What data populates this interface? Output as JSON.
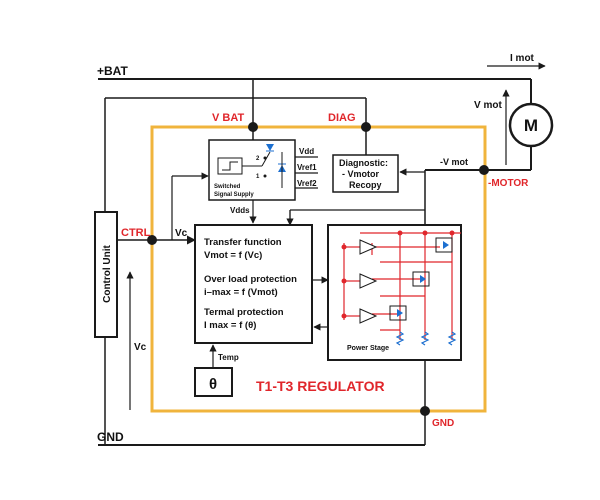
{
  "colors": {
    "line": "#1a1a1a",
    "regulator_border": "#f0b43c",
    "red": "#e0262b",
    "blue": "#1c6fd0"
  },
  "labels": {
    "bat": "+BAT",
    "gnd_left": "GND",
    "imot": "I mot",
    "vmot": "V mot",
    "motor": "M",
    "vbat": "V BAT",
    "diag": "DIAG",
    "ctrl": "CTRL",
    "vc_wire": "Vc",
    "vc_left": "Vc",
    "control_unit": "Control Unit",
    "vdd": "Vdd",
    "vref1": "Vref1",
    "vref2": "Vref2",
    "vdds": "Vdds",
    "switched_1": "Switched",
    "switched_2": "Signal Supply",
    "diagnostic_1": "Diagnostic:",
    "diagnostic_2": "- Vmotor",
    "diagnostic_3": "Recopy",
    "neg_vmot": "-V mot",
    "neg_motor": "-MOTOR",
    "transfer_1": "Transfer function",
    "transfer_2": "Vmot = f (Vc)",
    "overload_1": "Over load protection",
    "overload_2": "i–max = f (Vmot)",
    "termal_1": "Termal protection",
    "termal_2": "I  max = f (θ)",
    "power_stage": "Power Stage",
    "temp": "Temp",
    "theta": "θ",
    "regulator": "T1-T3 REGULATOR",
    "gnd_right": "GND",
    "sw_num_1": "1",
    "sw_num_2": "2"
  }
}
